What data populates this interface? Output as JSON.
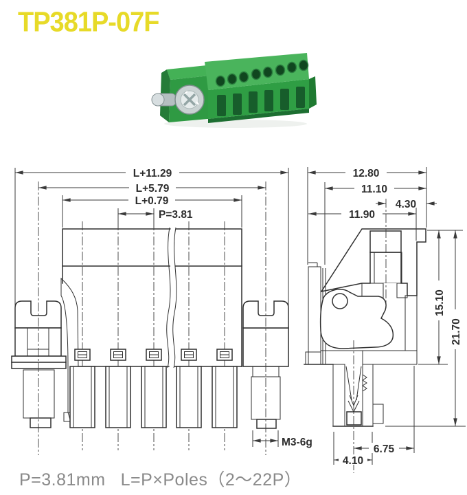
{
  "header": {
    "title": "TP381P-07F",
    "title_color": "#e7da28"
  },
  "product_photo": {
    "connector_green": "#2f9e44",
    "connector_green_light": "#4ab45c",
    "connector_green_dark": "#1c6e31",
    "screw_metal": "#c9d2d2"
  },
  "front_view": {
    "dim_overall": "L+11.29",
    "dim_flange_screws": "L+5.79",
    "dim_body": "L+0.79",
    "dim_pitch": "P=3.81",
    "dim_thread": "M3-6g"
  },
  "side_view": {
    "dim_width_overall": "12.80",
    "dim_width_upper": "11.10",
    "dim_screw_to_edge": "4.30",
    "dim_width_lower": "11.90",
    "dim_height_upper": "15.10",
    "dim_height_overall": "21.70",
    "dim_pin_to_edge": "6.75",
    "dim_shroud_width": "4.10"
  },
  "footer": {
    "pitch_note": "P=3.81mm",
    "length_note": "L=P×Poles（2～22P）"
  }
}
